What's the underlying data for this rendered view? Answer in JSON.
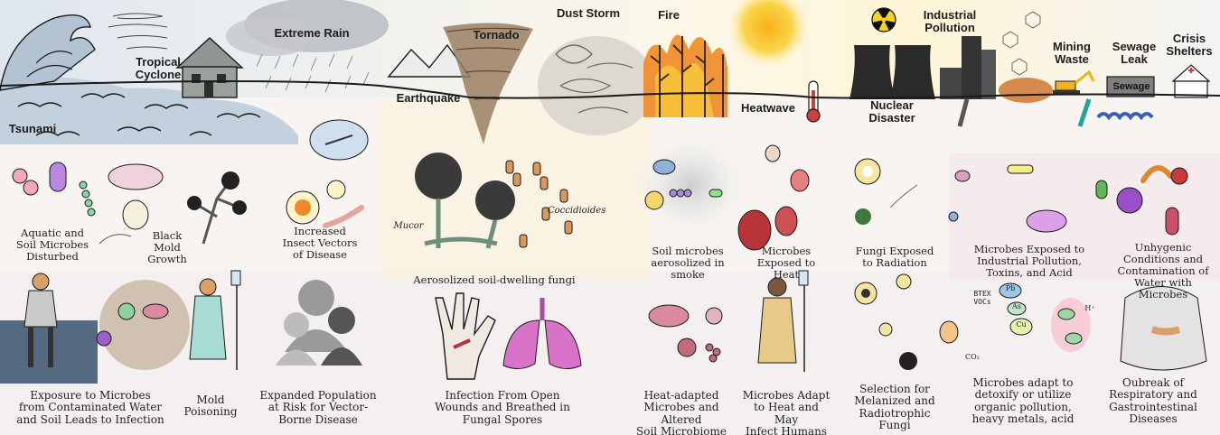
{
  "hazards": {
    "tsunami": "Tsunami",
    "tropical_cyclone": "Tropical\nCyclone",
    "extreme_rain": "Extreme Rain",
    "earthquake": "Earthquake",
    "tornado": "Tornado",
    "dust_storm": "Dust Storm",
    "fire": "Fire",
    "heatwave": "Heatwave",
    "nuclear_disaster": "Nuclear\nDisaster",
    "industrial_pollution": "Industrial\nPollution",
    "mining_waste": "Mining\nWaste",
    "sewage_leak": "Sewage\nLeak",
    "crisis_shelters": "Crisis\nShelters",
    "sewage_sign": "Sewage"
  },
  "microbe_effects": {
    "aquatic": "Aquatic and\nSoil Microbes\nDisturbed",
    "black_mold": "Black\nMold\nGrowth",
    "insect_vectors": "Increased\nInsect Vectors\nof Disease",
    "mucor": "Mucor",
    "coccidioides": "Coccidioides",
    "aerosolized_fungi": "Aerosolized soil-dwelling fungi",
    "soil_smoke": "Soil microbes\naerosolized in smoke",
    "exposed_heat": "Microbes\nExposed to Heat",
    "fungi_radiation": "Fungi Exposed\nto Radiation",
    "industrial_exposed": "Microbes Exposed to\nIndustrial Pollution,\nToxins, and Acid",
    "unhygienic": "Unhygenic\nConditions and\nContamination of\nWater with Microbes"
  },
  "outcomes": {
    "water_infection": "Exposure to Microbes\nfrom Contaminated Water\nand Soil Leads to Infection",
    "mold_poisoning": "Mold\nPoisoning",
    "vector_population": "Expanded Population\nat Risk for Vector-\nBorne Disease",
    "fungal_infection": "Infection From Open\nWounds and Breathed in\nFungal Spores",
    "heat_adapted": "Heat-adapted\nMicrobes and Altered\nSoil Microbiome",
    "heat_humans": "Microbes Adapt\nto Heat and May\nInfect Humans",
    "melanized": "Selection for\nMelanized and\nRadiotrophic\nFungi",
    "detoxify": "Microbes adapt to\ndetoxify or utilize\norganic pollution,\nheavy metals, acid",
    "respiratory": "Oubreak of\nRespiratory and\nGastrointestinal\nDiseases"
  },
  "chem_labels": {
    "btex": "BTEX\nVOCs",
    "co2": "CO₂",
    "pb": "Pb",
    "as": "As",
    "cu": "Cu",
    "h": "H⁺"
  },
  "colors": {
    "ground": "#1a1a1a",
    "ocean": "#c9d6e3",
    "fire": "#f08a24",
    "sun": "#f7c21a",
    "fungi": "#3a3a3a",
    "microbe_pink": "#d98aa0",
    "microbe_red": "#b8343a",
    "microbe_green": "#5fb85a",
    "microbe_purple": "#9a5fc9",
    "skin": "#d9a06a",
    "lung": "#d873c9",
    "gown_blue": "#a6dcd3",
    "gown_yellow": "#e7c98a"
  }
}
